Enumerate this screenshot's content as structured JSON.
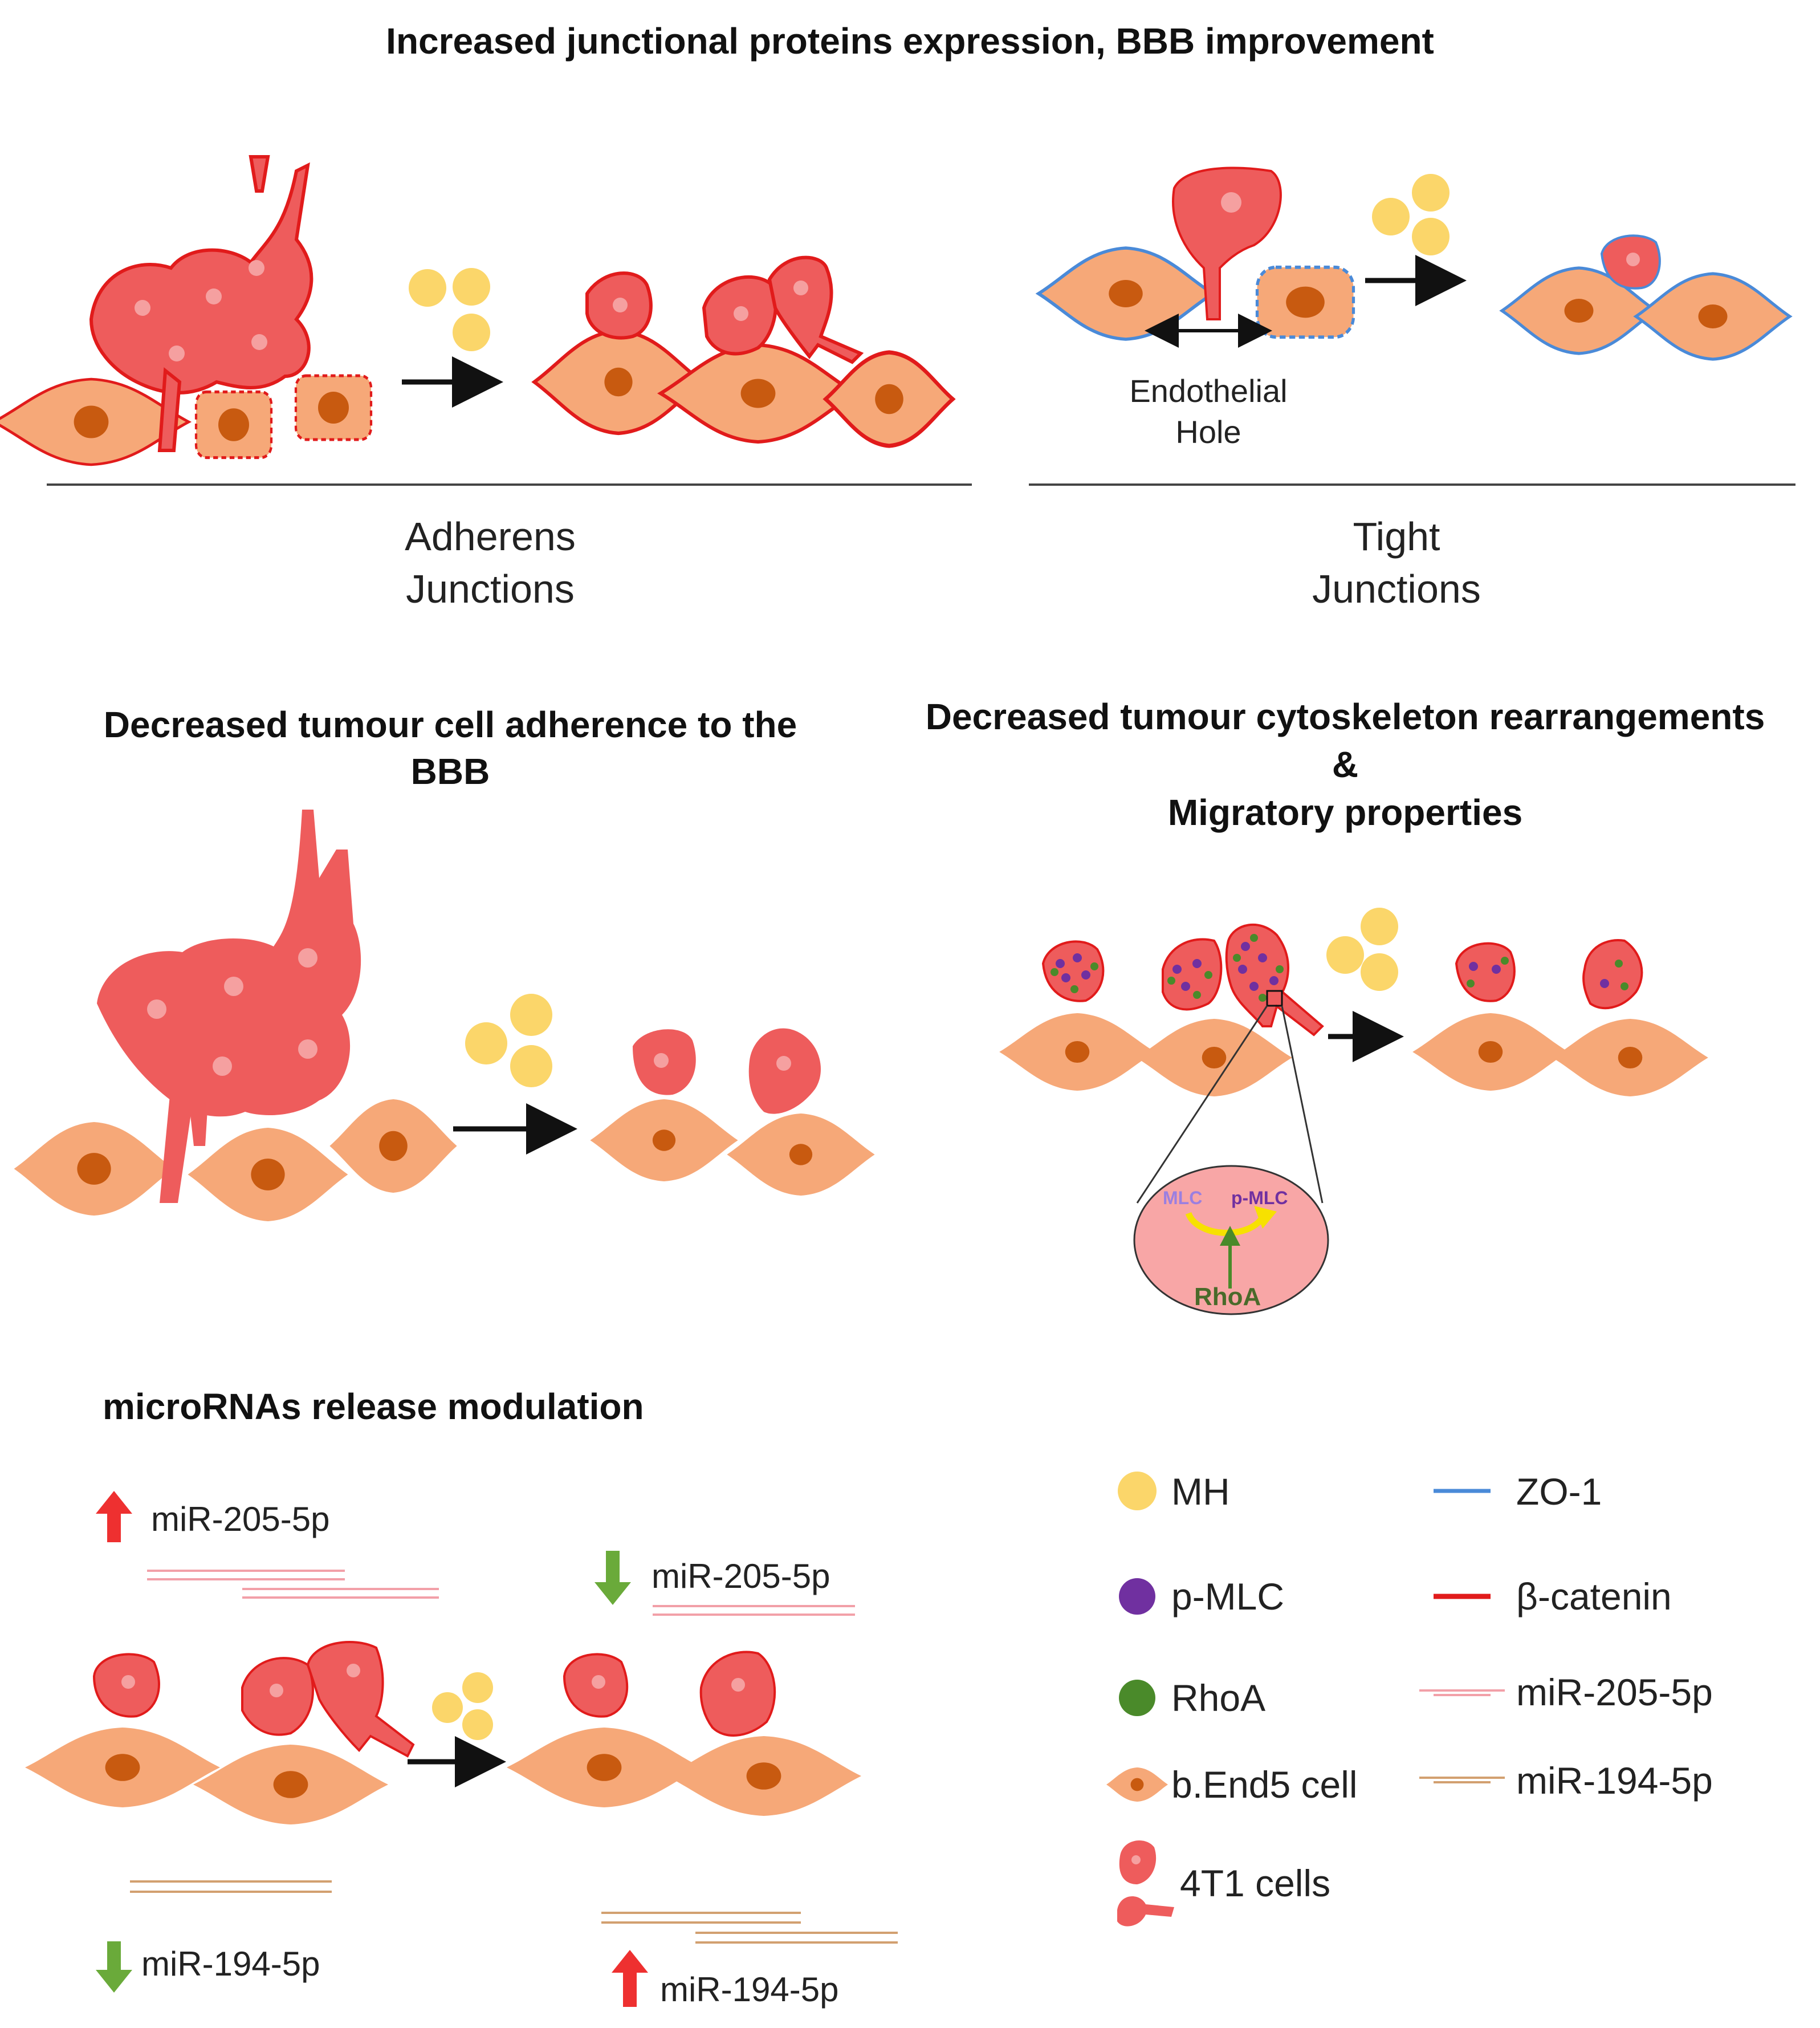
{
  "colors": {
    "tumour_fill": "#ee5c5c",
    "tumour_stroke": "#dd2a2a",
    "endothelial_fill": "#f6a878",
    "nucleus": "#c85a10",
    "mh": "#fbd66a",
    "zo1": "#4a8ad8",
    "beta_catenin": "#e11b1b",
    "plmc": "#7030a0",
    "rhoa": "#4a8a2a",
    "mir205": "#f2a0a8",
    "mir194": "#d2a070",
    "up_arrow": "#ee3030",
    "down_arrow": "#6aaa3a"
  },
  "panel1": {
    "title": "Increased junctional proteins expression, BBB improvement",
    "left_label_line1": "Adherens",
    "left_label_line2": "Junctions",
    "right_label_line1": "Tight",
    "right_label_line2": "Junctions",
    "hole_line1": "Endothelial",
    "hole_line2": "Hole"
  },
  "panel2": {
    "title_line1": "Decreased tumour cell adherence to the",
    "title_line2": "BBB"
  },
  "panel3": {
    "title_line1": "Decreased tumour cytoskeleton rearrangements",
    "title_line2": "&",
    "title_line3": "Migratory properties",
    "inset_mlc": "MLC",
    "inset_pmlc": "p-MLC",
    "inset_rhoa": "RhoA"
  },
  "panel4": {
    "title": "microRNAs release modulation",
    "before_up": "miR-205-5p",
    "before_down": "miR-194-5p",
    "after_down": "miR-205-5p",
    "after_up": "miR-194-5p"
  },
  "legend": {
    "mh": "MH",
    "plmc": "p-MLC",
    "rhoa": "RhoA",
    "bend5": "b.End5 cell",
    "t41": "4T1 cells",
    "zo1": "ZO-1",
    "catenin": "β-catenin",
    "mir205": "miR-205-5p",
    "mir194": "miR-194-5p"
  }
}
